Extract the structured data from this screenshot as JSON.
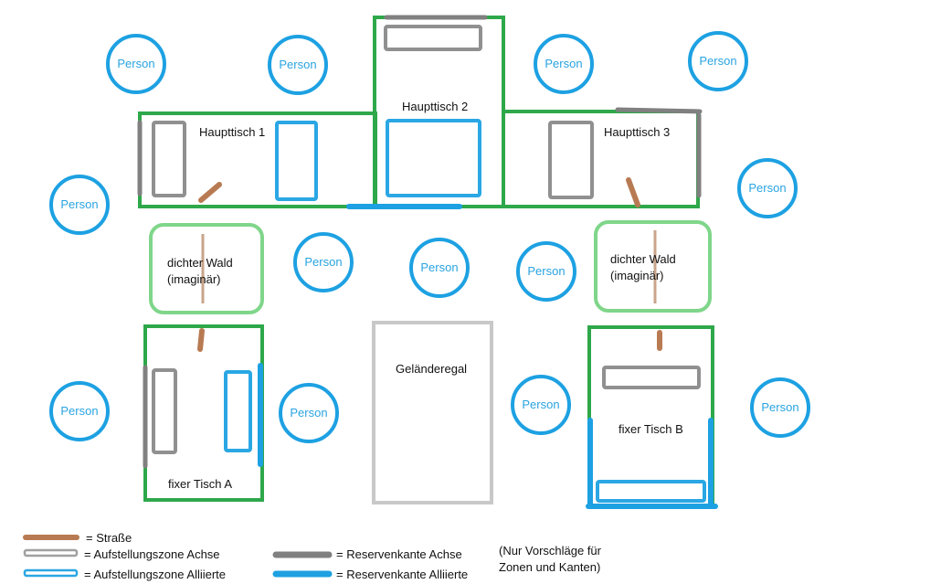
{
  "person_label": "Person",
  "tables": {
    "haupttisch_1": "Haupttisch 1",
    "haupttisch_2": "Haupttisch 2",
    "haupttisch_3": "Haupttisch 3",
    "fixer_a": "fixer Tisch A",
    "fixer_b": "fixer Tisch B",
    "gelaenderegal": "Geländeregal"
  },
  "forest": {
    "line1": "dichter Wald",
    "line2": "(imaginär)"
  },
  "legend": {
    "strasse": "= Straße",
    "zone_achse": "= Aufstellungszone Achse",
    "zone_alliierte": "= Aufstellungszone Alliierte",
    "kante_achse": "= Reservenkante Achse",
    "kante_alliierte": "= Reservenkante Alliierte",
    "note_line1": "(Nur Vorschläge für",
    "note_line2": "Zonen und Kanten)"
  },
  "colors": {
    "table_border": "#2ea84a",
    "forest_border": "#7fd68a",
    "shelf_border": "#c8c8c8",
    "person_circle": "#1da1e2",
    "road": "#b87a52",
    "axis": "#808080",
    "allies": "#1da1e2"
  }
}
